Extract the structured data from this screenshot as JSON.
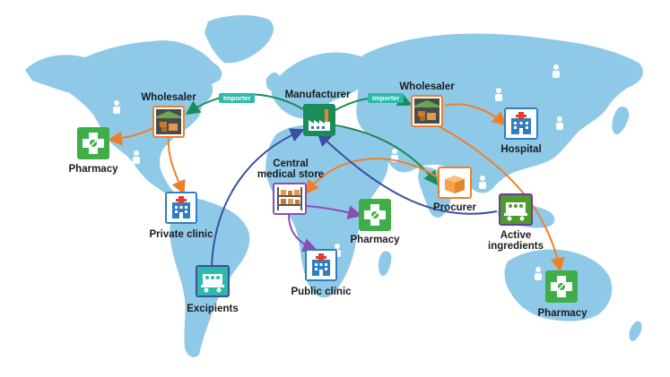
{
  "labels": {
    "wholesaler_west": "Wholesaler",
    "manufacturer": "Manufacturer",
    "wholesaler_east": "Wholesaler",
    "pharmacy_west": "Pharmacy",
    "private_clinic": "Private clinic",
    "central_store_line1": "Central",
    "central_store_line2": "medical store",
    "pharmacy_africa": "Pharmacy",
    "procurer": "Procurer",
    "hospital": "Hospital",
    "active_line1": "Active",
    "active_line2": "ingredients",
    "public_clinic": "Public clinic",
    "excipients": "Excipients",
    "pharmacy_australia": "Pharmacy"
  },
  "badges": {
    "importer_west": "Importer",
    "importer_east": "Importer"
  },
  "icons": {
    "wholesaler": "warehouse-icon",
    "manufacturer": "factory-icon",
    "pharmacy": "pharmacy-cross-icon",
    "clinic": "clinic-building-icon",
    "store": "shelves-icon",
    "procurer": "box-icon",
    "ingredients": "pill-cart-icon"
  },
  "colors": {
    "ocean": "#ffffff",
    "land": "#8fc9e8",
    "arrow_green": "#1a8c5a",
    "arrow_orange": "#f07f2b",
    "arrow_purple": "#8a4fb4",
    "arrow_navy": "#3a4fa0",
    "importer": "#2dbaa8",
    "pharmacy": "#3fae49",
    "wholesaler": "#f07f2b",
    "manufacturer": "#1a8c5a",
    "store": "#8a4fb4",
    "ingredients": "#6a3d95"
  }
}
